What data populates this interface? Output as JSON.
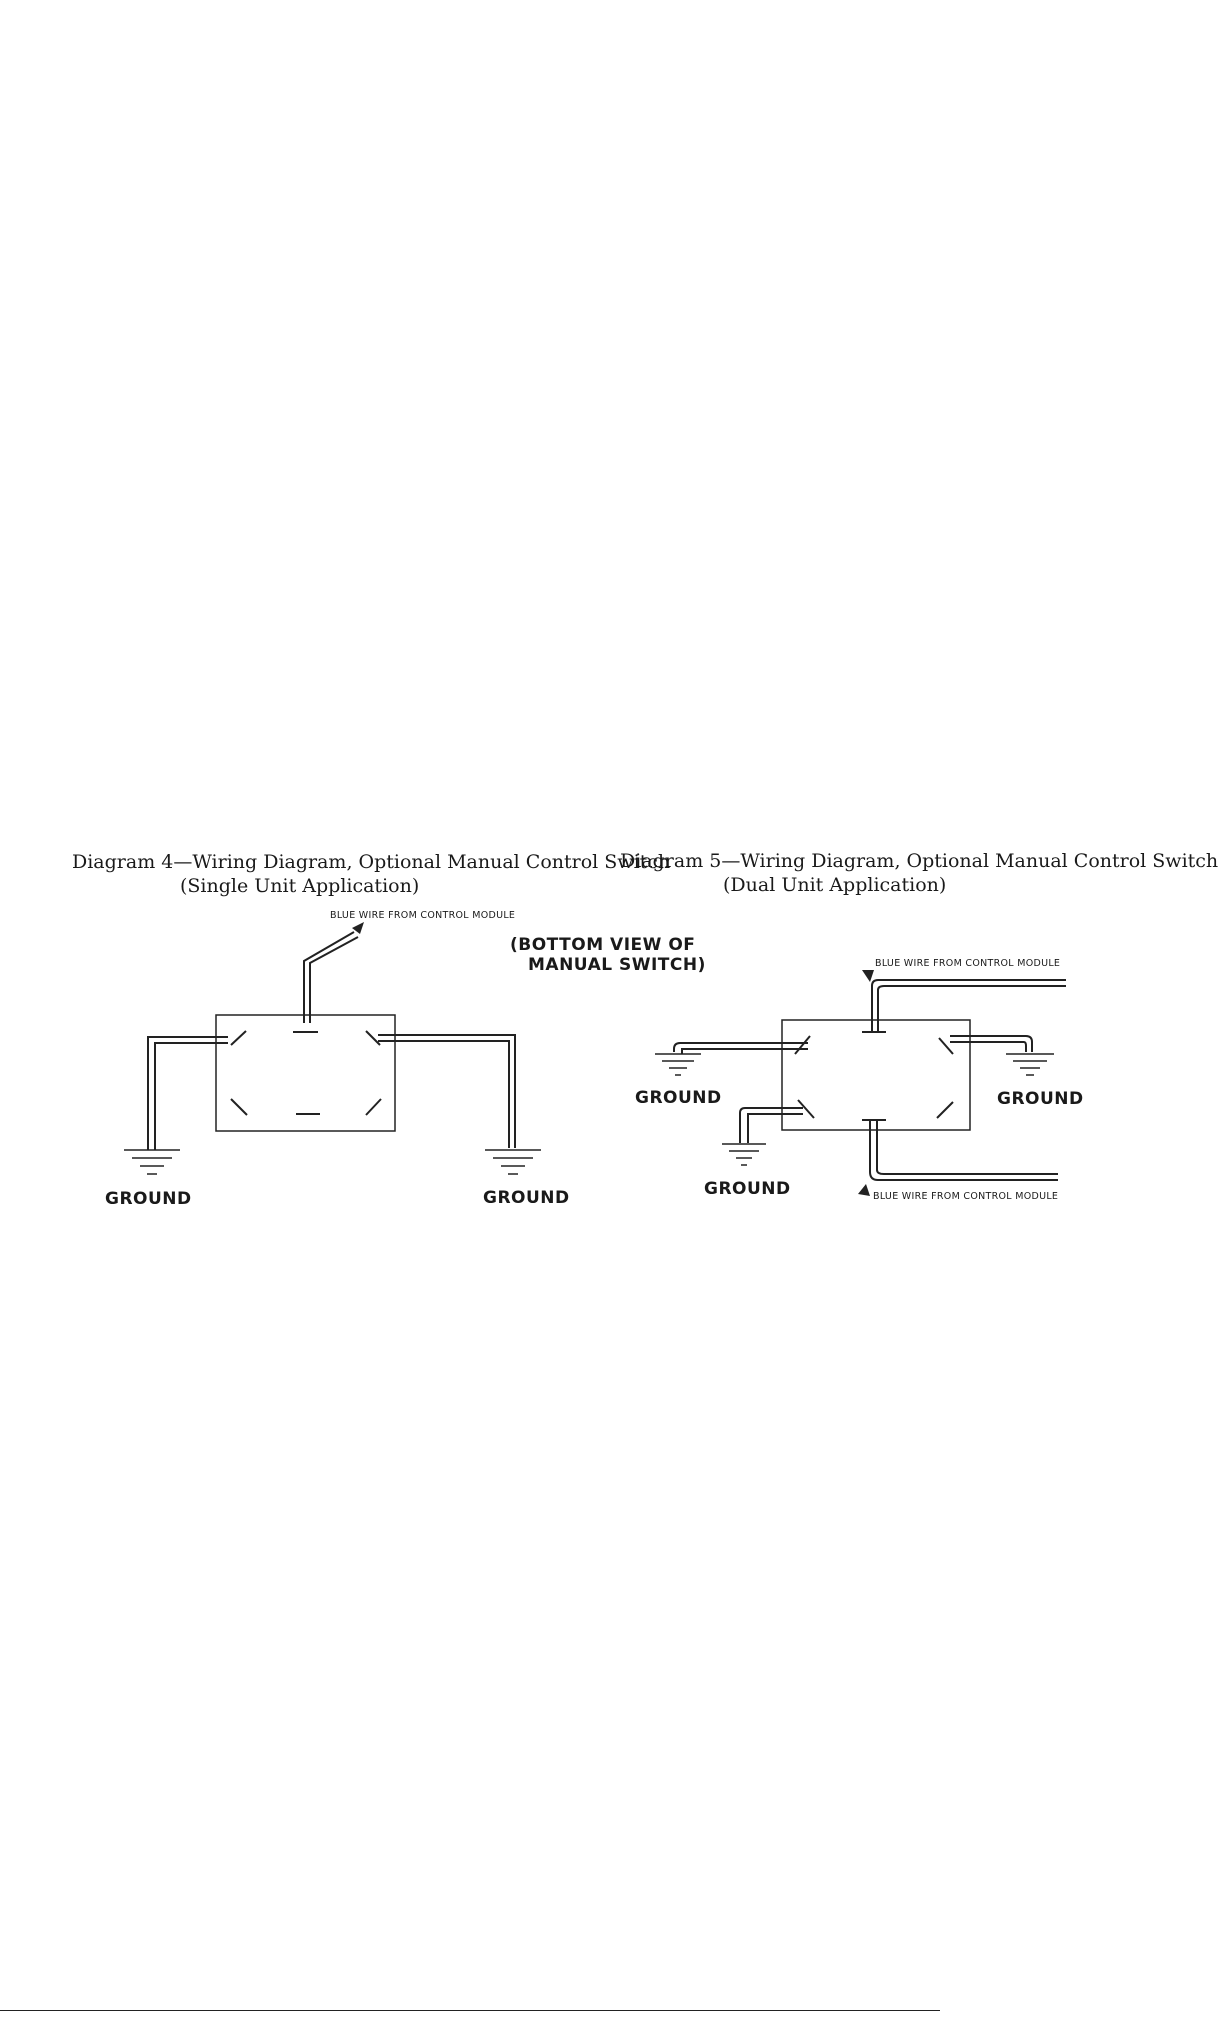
{
  "diagram4": {
    "caption_line1": "Diagram 4—Wiring Diagram, Optional Manual Control Switch",
    "caption_line2": "(Single Unit Application)",
    "blue_wire_label": "BLUE WIRE FROM CONTROL MODULE",
    "ground_left": "GROUND",
    "ground_right": "GROUND"
  },
  "center_note": {
    "line1": "(BOTTOM VIEW OF",
    "line2": "MANUAL SWITCH)"
  },
  "diagram5": {
    "caption_line1": "Diagram 5—Wiring Diagram, Optional Manual Control Switch",
    "caption_line2": "(Dual Unit Application)",
    "blue_wire_top_label": "BLUE WIRE FROM CONTROL MODULE",
    "blue_wire_bottom_label": "BLUE WIRE FROM CONTROL MODULE",
    "ground_left": "GROUND",
    "ground_right": "GROUND",
    "ground_bottom": "GROUND"
  }
}
